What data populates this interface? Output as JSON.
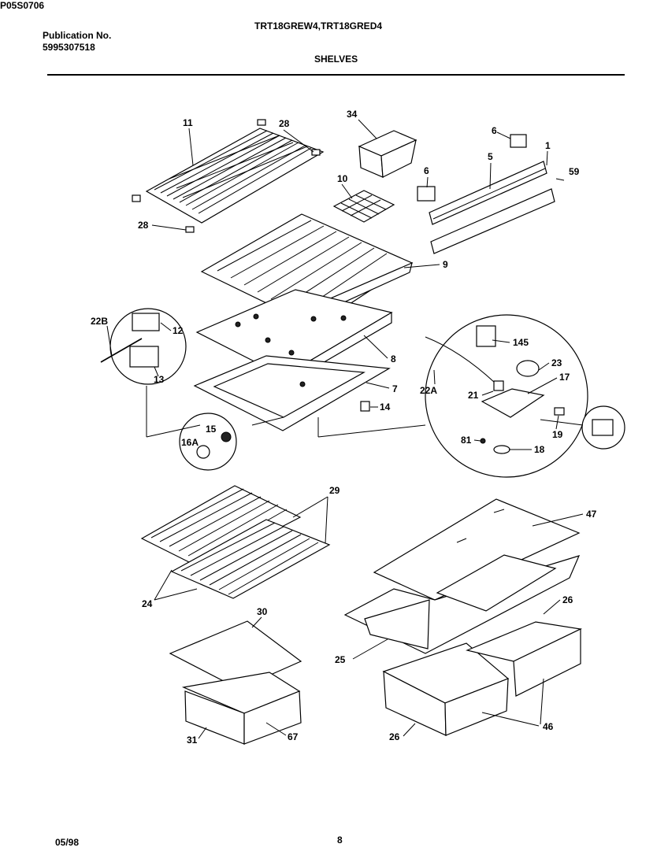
{
  "header": {
    "publication_label": "Publication No.",
    "publication_number": "5995307518",
    "models": "TRT18GREW4,TRT18GRED4",
    "section": "SHELVES"
  },
  "footer": {
    "date": "05/98",
    "page": "8",
    "figure_code": "P05S0706"
  },
  "callouts": {
    "c11": "11",
    "c28a": "28",
    "c28b": "28",
    "c34": "34",
    "c6a": "6",
    "c6b": "6",
    "c5": "5",
    "c1": "1",
    "c59": "59",
    "c10": "10",
    "c9": "9",
    "c22b": "22B",
    "c12": "12",
    "c13": "13",
    "c8": "8",
    "c7": "7",
    "c14": "14",
    "c15": "15",
    "c16a": "16A",
    "c145": "145",
    "c23": "23",
    "c22a": "22A",
    "c21": "21",
    "c17": "17",
    "c81": "81",
    "c18": "18",
    "c19": "19",
    "c29": "29",
    "c47": "47",
    "c24": "24",
    "c30": "30",
    "c26a": "26",
    "c25": "25",
    "c31": "31",
    "c67": "67",
    "c26b": "26",
    "c46": "46"
  }
}
